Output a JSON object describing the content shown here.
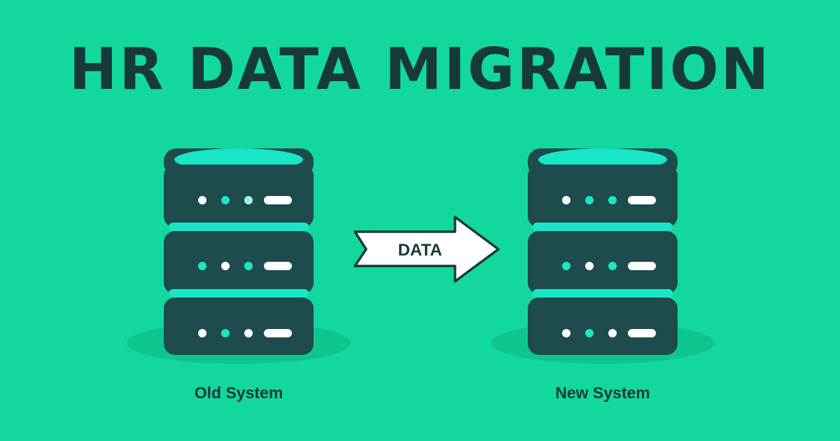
{
  "title": "HR DATA MIGRATION",
  "arrow": {
    "label": "DATA"
  },
  "systems": [
    {
      "label": "Old System"
    },
    {
      "label": "New System"
    }
  ],
  "colors": {
    "background": "#12d89e",
    "title_text": "#163a3a",
    "server_body": "#1e4b4b",
    "server_accent": "#19e6c8",
    "arrow_fill": "#ffffff",
    "arrow_outline": "#163a3a"
  }
}
